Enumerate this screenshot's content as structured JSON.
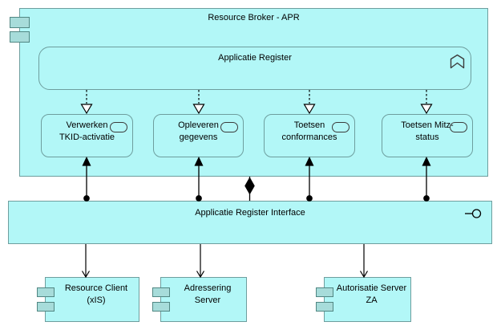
{
  "diagram": {
    "outer_component": {
      "label": "Resource Broker - APR"
    },
    "application_function": {
      "label": "Applicatie Register"
    },
    "services": [
      {
        "label": "Verwerken\nTKID-activatie"
      },
      {
        "label": "Opleveren\ngegevens"
      },
      {
        "label": "Toetsen\nconformances"
      },
      {
        "label": "Toetsen Mitz-\nstatus"
      }
    ],
    "interface": {
      "label": "Applicatie Register Interface"
    },
    "components": [
      {
        "label": "Resource Client\n(xIS)"
      },
      {
        "label": "Adressering\nServer"
      },
      {
        "label": "Autorisatie Server\nZA"
      }
    ],
    "icons": {
      "function": "function-icon",
      "service": "service-stadium-icon",
      "interface": "lollipop-interface-icon",
      "component": "component-tabs-icon"
    },
    "colors": {
      "node_fill": "#b2f7f7",
      "node_border": "#6e9e9e",
      "tab_fill": "#a7dcda",
      "tab_border": "#518783",
      "connector": "#000000",
      "text": "#000000",
      "background": "#ffffff"
    }
  }
}
